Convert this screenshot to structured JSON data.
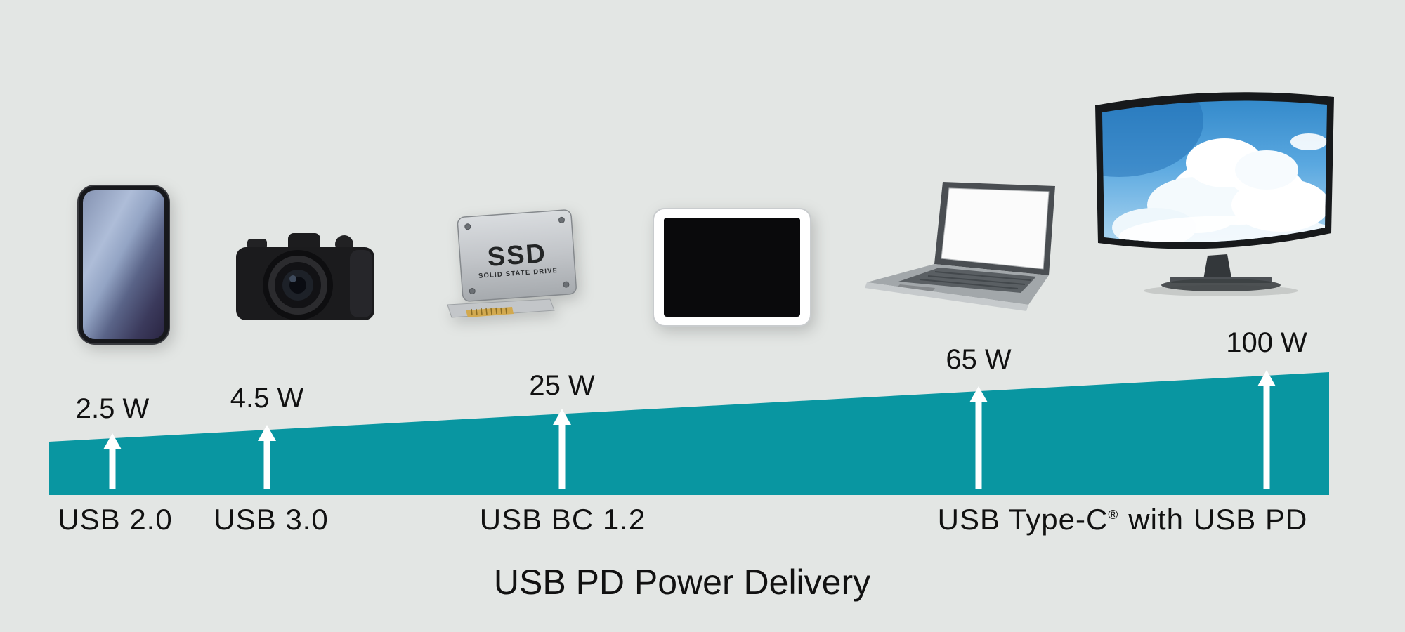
{
  "title": "USB PD Power Delivery",
  "colors": {
    "background": "#e3e6e4",
    "ramp_teal": "#0996a1",
    "arrow_white": "#ffffff",
    "text_dark": "#111111"
  },
  "power_labels": [
    {
      "value": "2.5 W"
    },
    {
      "value": "4.5 W"
    },
    {
      "value": "25 W"
    },
    {
      "value": "65 W"
    },
    {
      "value": "100 W"
    }
  ],
  "standards": [
    {
      "label": "USB 2.0"
    },
    {
      "label": "USB 3.0"
    },
    {
      "label": "USB BC 1.2"
    },
    {
      "prefix": "USB Type-C",
      "sup": "®",
      "mid": "with",
      "suffix": "USB PD"
    }
  ],
  "ssd": {
    "label": "SSD",
    "sublabel": "SOLID STATE DRIVE"
  },
  "devices": [
    "smartphone-icon",
    "camera-icon",
    "ssd-icon",
    "tablet-icon",
    "laptop-icon",
    "curved-monitor-icon"
  ]
}
